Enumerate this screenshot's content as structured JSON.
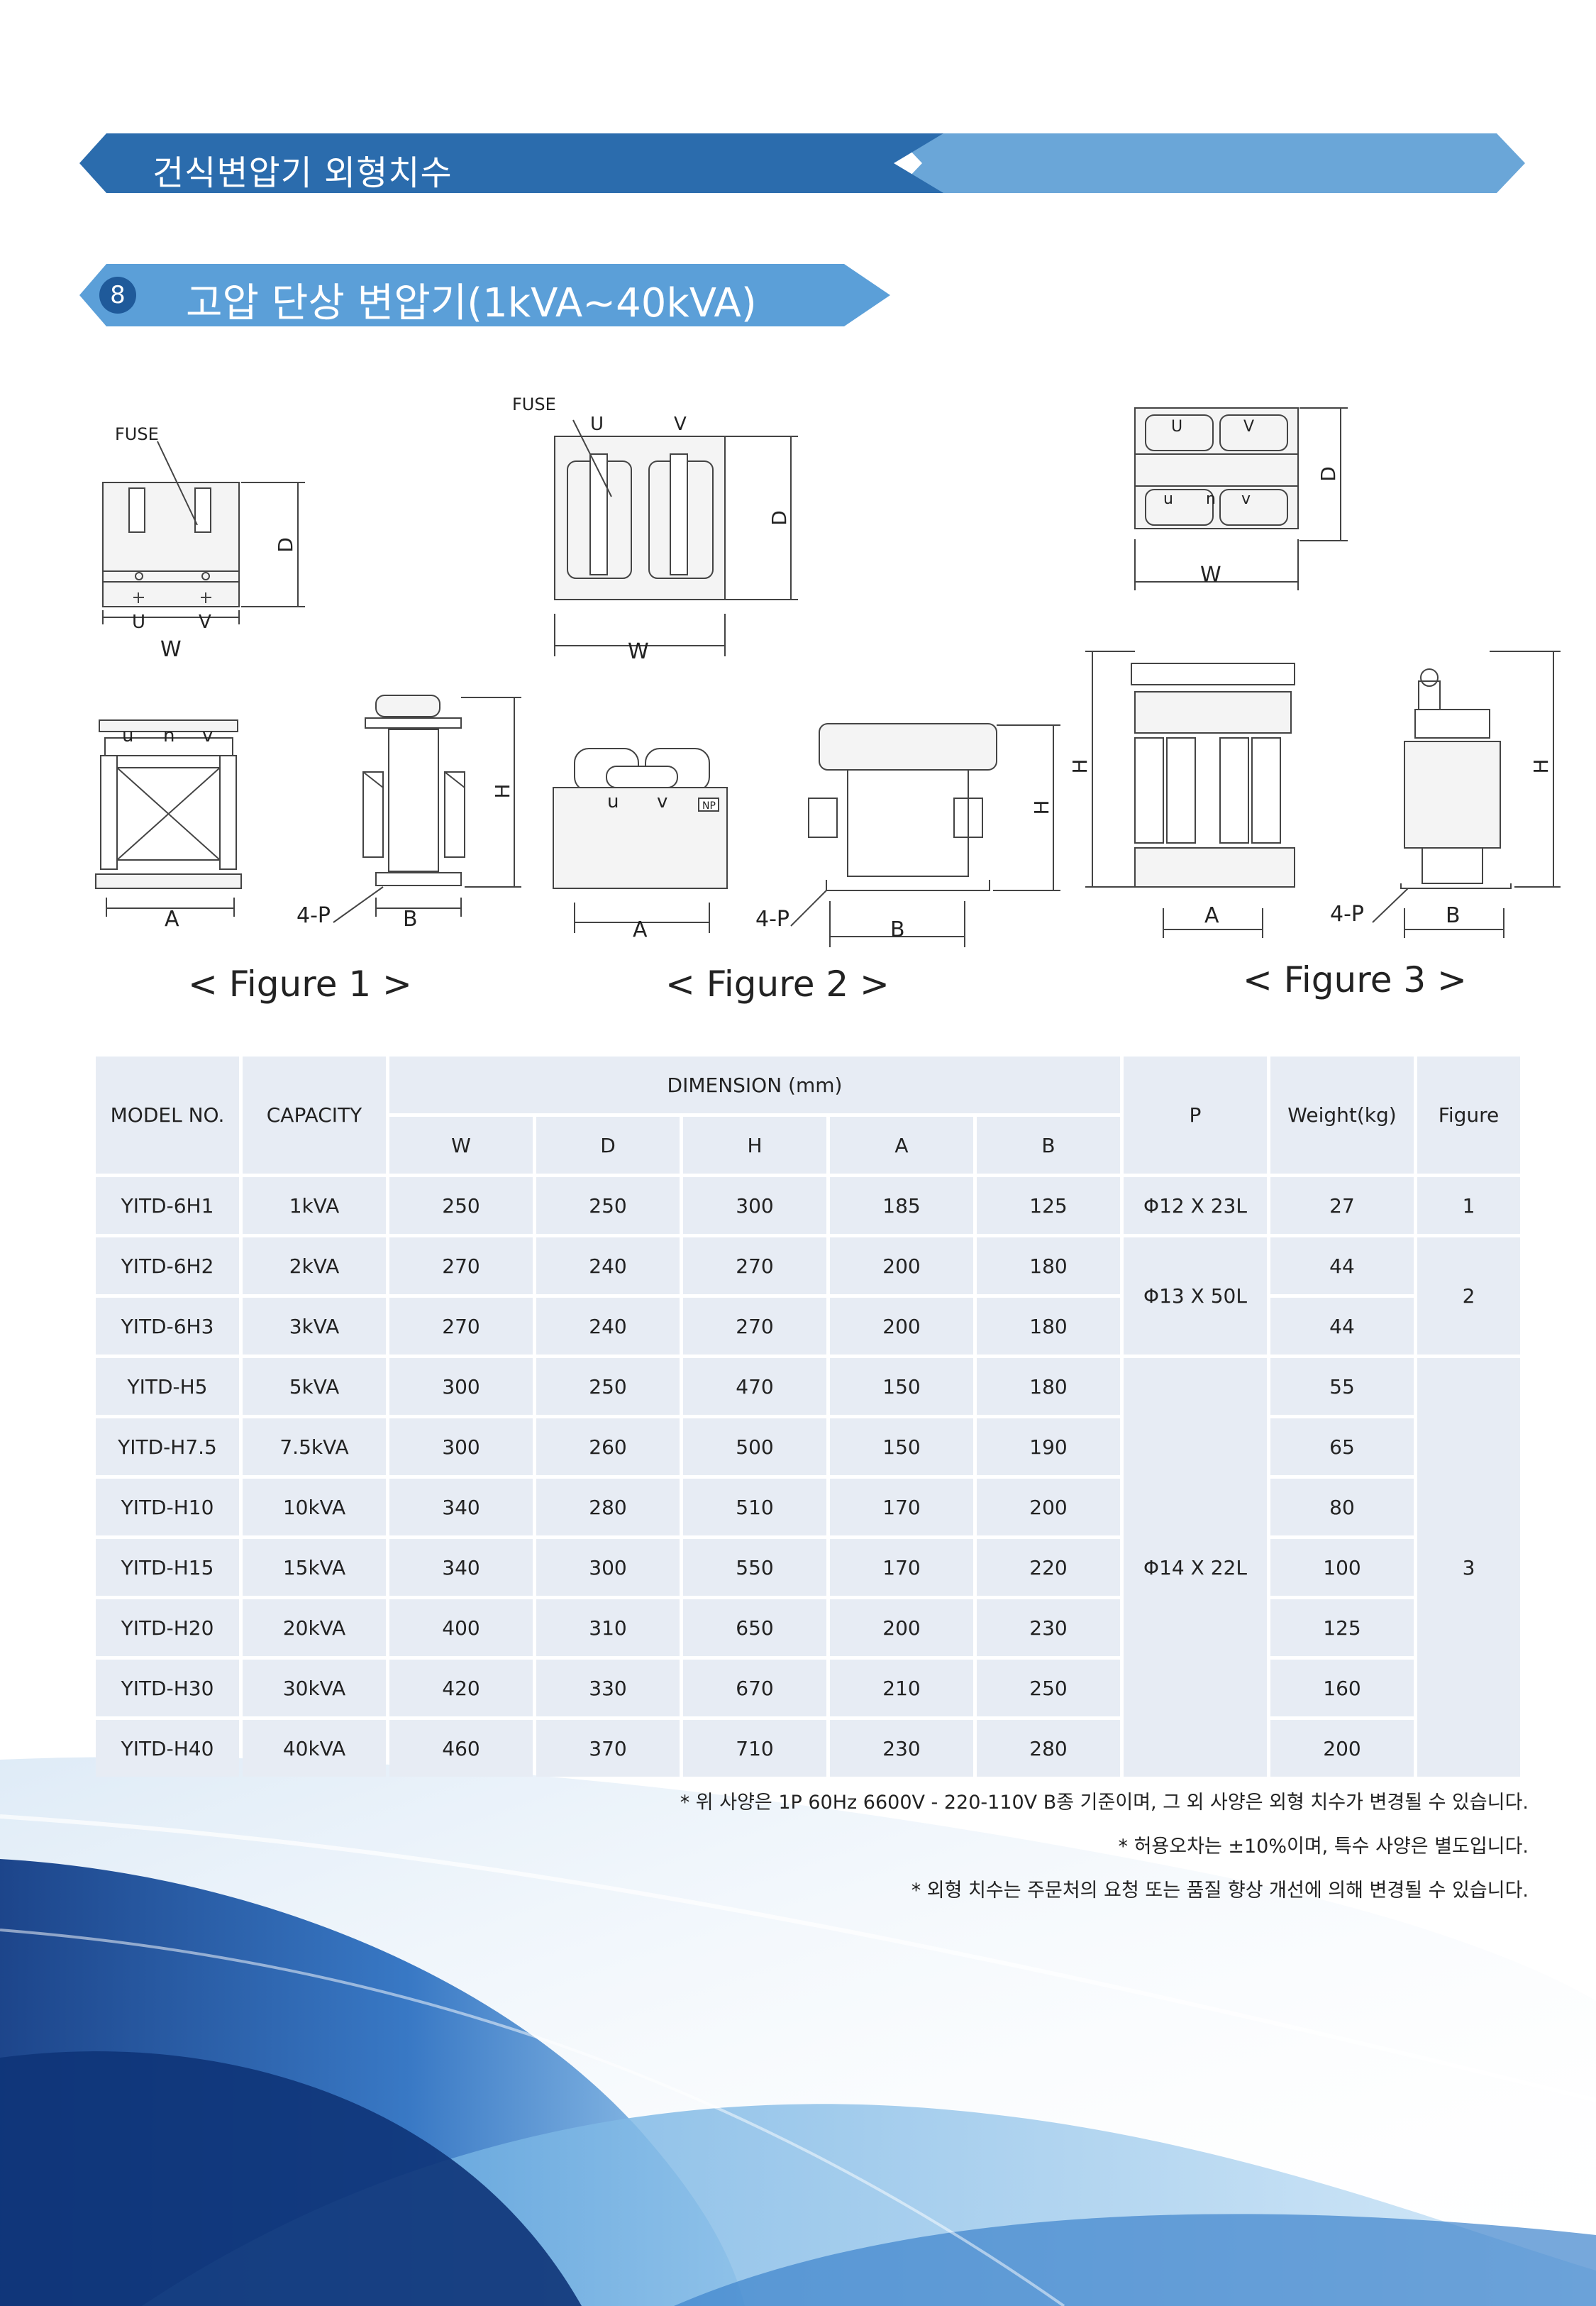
{
  "header": {
    "title": "건식변압기 외형치수"
  },
  "section": {
    "number": "8",
    "title": "고압 단상 변압기(1kVA~40kVA)"
  },
  "figures": {
    "fig1": {
      "caption": "< Figure 1 >",
      "fuse": "FUSE",
      "u": "U",
      "v": "V",
      "w": "W",
      "d": "D",
      "h": "H",
      "a": "A",
      "b": "B",
      "p": "4-P",
      "u2": "u",
      "n": "n",
      "v2": "v"
    },
    "fig2": {
      "caption": "< Figure 2 >",
      "fuse": "FUSE",
      "u": "U",
      "v": "V",
      "w": "W",
      "d": "D",
      "h": "H",
      "a": "A",
      "b": "B",
      "p": "4-P",
      "u2": "u",
      "v2": "v",
      "np": "NP"
    },
    "fig3": {
      "caption": "< Figure 3 >",
      "u": "U",
      "v": "V",
      "w": "W",
      "d": "D",
      "h": "H",
      "a": "A",
      "b": "B",
      "p": "4-P",
      "u2": "u",
      "n": "n",
      "v2": "v"
    }
  },
  "table": {
    "headers": {
      "model": "MODEL NO.",
      "capacity": "CAPACITY",
      "dimension": "DIMENSION (mm)",
      "w": "W",
      "d": "D",
      "h": "H",
      "a": "A",
      "b": "B",
      "p": "P",
      "weight": "Weight(kg)",
      "figure": "Figure"
    },
    "rows": [
      {
        "model": "YITD-6H1",
        "capacity": "1kVA",
        "w": "250",
        "d": "250",
        "h": "300",
        "a": "185",
        "b": "125",
        "weight": "27"
      },
      {
        "model": "YITD-6H2",
        "capacity": "2kVA",
        "w": "270",
        "d": "240",
        "h": "270",
        "a": "200",
        "b": "180",
        "weight": "44"
      },
      {
        "model": "YITD-6H3",
        "capacity": "3kVA",
        "w": "270",
        "d": "240",
        "h": "270",
        "a": "200",
        "b": "180",
        "weight": "44"
      },
      {
        "model": "YITD-H5",
        "capacity": "5kVA",
        "w": "300",
        "d": "250",
        "h": "470",
        "a": "150",
        "b": "180",
        "weight": "55"
      },
      {
        "model": "YITD-H7.5",
        "capacity": "7.5kVA",
        "w": "300",
        "d": "260",
        "h": "500",
        "a": "150",
        "b": "190",
        "weight": "65"
      },
      {
        "model": "YITD-H10",
        "capacity": "10kVA",
        "w": "340",
        "d": "280",
        "h": "510",
        "a": "170",
        "b": "200",
        "weight": "80"
      },
      {
        "model": "YITD-H15",
        "capacity": "15kVA",
        "w": "340",
        "d": "300",
        "h": "550",
        "a": "170",
        "b": "220",
        "weight": "100"
      },
      {
        "model": "YITD-H20",
        "capacity": "20kVA",
        "w": "400",
        "d": "310",
        "h": "650",
        "a": "200",
        "b": "230",
        "weight": "125"
      },
      {
        "model": "YITD-H30",
        "capacity": "30kVA",
        "w": "420",
        "d": "330",
        "h": "670",
        "a": "210",
        "b": "250",
        "weight": "160"
      },
      {
        "model": "YITD-H40",
        "capacity": "40kVA",
        "w": "460",
        "d": "370",
        "h": "710",
        "a": "230",
        "b": "280",
        "weight": "200"
      }
    ],
    "groups": {
      "p1": "Φ12 X 23L",
      "p2": "Φ13 X 50L",
      "p3": "Φ14 X 22L",
      "fig1": "1",
      "fig2": "2",
      "fig3": "3"
    }
  },
  "notes": [
    "* 위 사양은 1P 60Hz 6600V - 220-110V B종 기준이며, 그 외 사양은 외형 치수가 변경될 수 있습니다.",
    "* 허용오차는 ±10%이며, 특수 사양은 별도입니다.",
    "* 외형 치수는 주문처의 요청 또는 품질 향상 개선에 의해 변경될 수 있습니다."
  ],
  "colors": {
    "banner_dark": "#2b6cad",
    "banner_light": "#6aa6d8",
    "cell_bg": "#e7ecf4",
    "wave_blue": "#1f4f95"
  }
}
